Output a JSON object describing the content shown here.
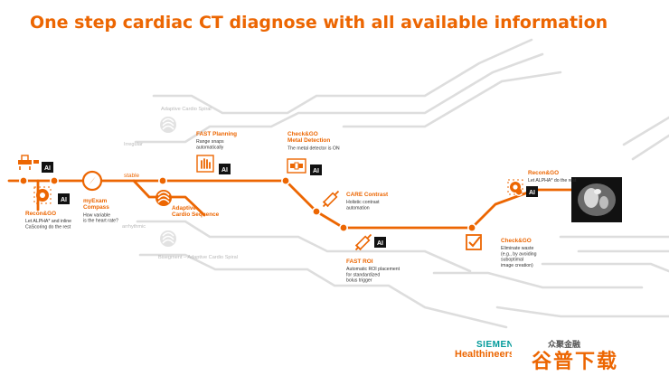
{
  "title": "One step cardiac CT diagnose with all available information",
  "ai_badge": "AI",
  "stations": {
    "recon_left": {
      "title_lines": [
        "Recon&GO"
      ],
      "desc_lines": [
        "Let ALPHA* and inline",
        "CaScoring do the rest"
      ]
    },
    "compass": {
      "title_lines": [
        "myExam",
        "Compass"
      ],
      "desc_lines": [
        "How variable",
        "is the heart rate?"
      ]
    },
    "fast_planning": {
      "title_lines": [
        "FAST Planning"
      ],
      "desc_lines": [
        "Range snaps",
        "automatically"
      ]
    },
    "metal": {
      "title_lines": [
        "Check&GO",
        "Metal Detection"
      ],
      "desc_lines": [
        "The metal detector is ON"
      ]
    },
    "adaptive_seq": {
      "title_lines": [
        "Adaptive",
        "Cardio Sequence"
      ]
    },
    "care_contrast": {
      "title_lines": [
        "CARE Contrast"
      ],
      "desc_lines": [
        "Holistic contrast",
        "automation"
      ]
    },
    "fast_roi": {
      "title_lines": [
        "FAST ROI"
      ],
      "desc_lines": [
        "Automatic ROI placement",
        "for standardized",
        "bolus trigger"
      ]
    },
    "check_waste": {
      "title_lines": [
        "Check&GO"
      ],
      "desc_lines": [
        "Eliminate waste",
        "(e.g., by avoiding",
        "suboptimal",
        "image creation)"
      ]
    },
    "recon_right": {
      "title_lines": [
        "Recon&GO"
      ],
      "desc_lines": [
        "Let ALPHA* do the rest"
      ]
    }
  },
  "branches": {
    "irregular": "Irregular",
    "stable": "stable",
    "arrhythmic": "arrhythmic",
    "adaptive_spiral": "Adaptive Cardio Spiral",
    "flash_spiral": "Bisegment – Adaptive Cardio Spiral"
  },
  "logo": {
    "line1": "SIEMENS",
    "line2": "Healthineers"
  },
  "watermark": {
    "main": "谷普下载",
    "small": "众聚金融"
  },
  "colors": {
    "accent": "#ec6602",
    "grey_track": "#dddddd",
    "text": "#333333",
    "grey_text": "#b9b9b9",
    "logo_teal": "#009999"
  },
  "icons": [
    "scanner-table-icon",
    "gear-ai-icon",
    "compass-icon",
    "hand-icon",
    "seat-belt-icon",
    "heart-spiral-icon",
    "syringe-icon",
    "checkbox-icon",
    "ct-image-icon"
  ]
}
